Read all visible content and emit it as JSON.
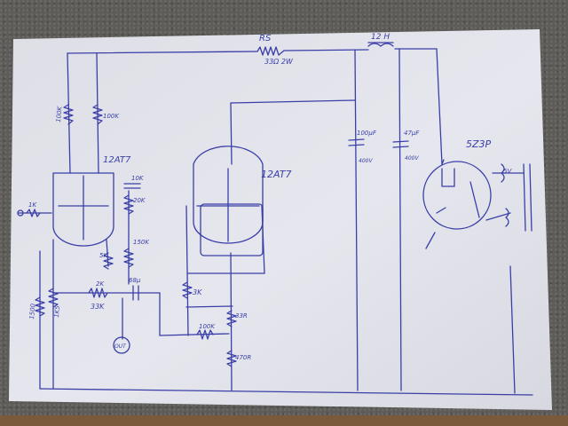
{
  "labels": {
    "rs": "RS",
    "rs_value": "33Ω 2W",
    "choke": "12 H",
    "r_100k_a": "100K",
    "r_100k_b": "100K",
    "tube1": "12AT7",
    "tube2": "12AT7",
    "r_10k": "10K",
    "r_20k": "20K",
    "r_5k": "5K",
    "r_150k": "150K",
    "r_3k": "3K",
    "r_33r": "33R",
    "r_470r": "470R",
    "r_100k_c": "100K",
    "input_1k": "1K",
    "r_1500": "1500",
    "r_1k5": "1K5",
    "r_2k": "2K",
    "r_33k": "33K",
    "cap_68u": "68μ",
    "out": "OUT",
    "cap_100u": "100μF",
    "cap_100u_v": "400V",
    "cap_47u": "47μF",
    "cap_47u_v": "400V",
    "rect": "5Z3P",
    "heater_5v": "5V"
  }
}
